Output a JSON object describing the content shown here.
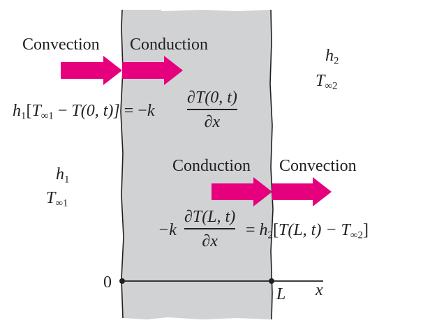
{
  "labels": {
    "convection_left": "Convection",
    "conduction_left": "Conduction",
    "conduction_right": "Conduction",
    "convection_right": "Convection",
    "origin": "0",
    "length": "L",
    "axis_var": "x"
  },
  "left_fluid": {
    "h": "h",
    "h_sub": "1",
    "T": "T",
    "T_sub": "∞1"
  },
  "right_fluid": {
    "h": "h",
    "h_sub": "2",
    "T": "T",
    "T_sub": "∞2"
  },
  "bc_left": {
    "lhs_h": "h",
    "lhs_h_sub": "1",
    "lhs_open": "[",
    "lhs_T": "T",
    "lhs_T_sub": "∞1",
    "lhs_minus": " − ",
    "lhs_T0": "T(0, t)]",
    "equals": " = −",
    "k": "k",
    "numerator": "∂T(0, t)",
    "denominator": "∂x"
  },
  "bc_right": {
    "minus_k": "−k",
    "numerator": "∂T(L, t)",
    "denominator": "∂x",
    "equals": " = ",
    "rhs_h": "h",
    "rhs_h_sub": "2",
    "rhs_open": "[",
    "rhs_TL": "T(L, t) − ",
    "rhs_T": "T",
    "rhs_T_sub": "∞2",
    "rhs_close": "]"
  },
  "colors": {
    "wall": "#d1d2d4",
    "arrow": "#e6007e",
    "ink": "#231f20"
  }
}
